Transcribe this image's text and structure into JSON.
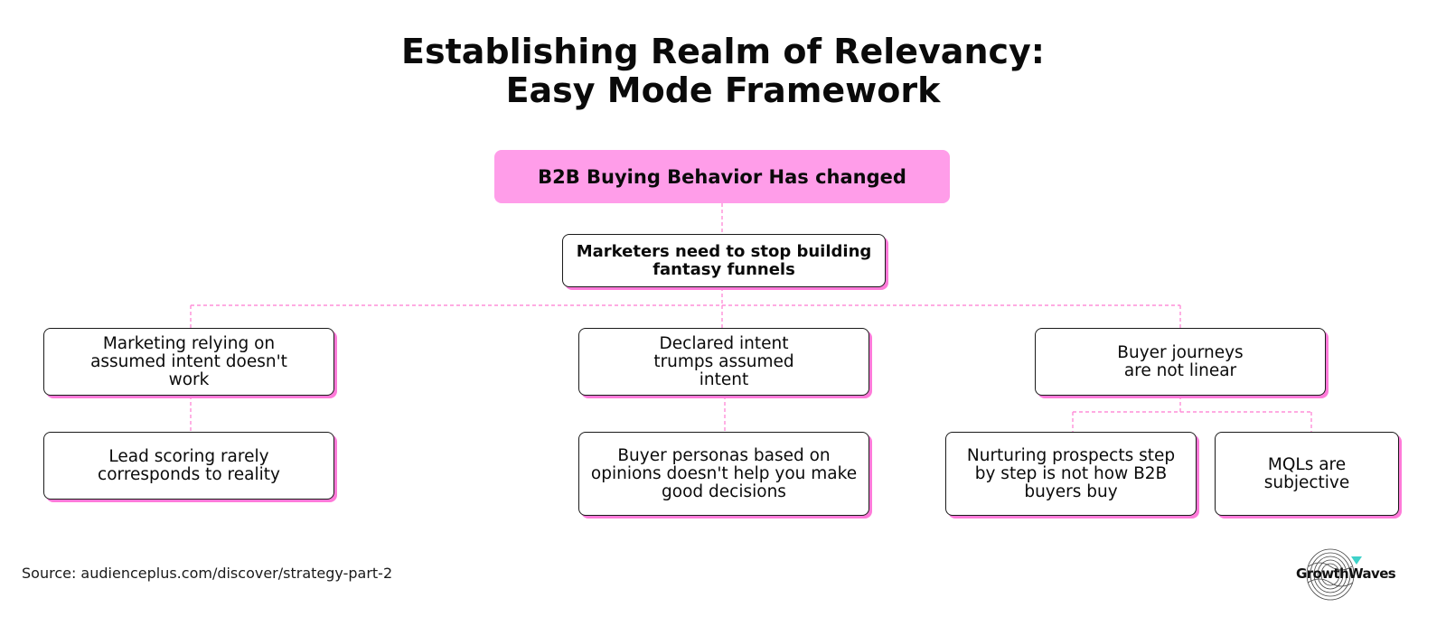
{
  "title": {
    "line1": "Establishing Realm of Relevancy:",
    "line2": "Easy Mode Framework"
  },
  "diagram": {
    "root": "B2B Buying Behavior Has changed",
    "level1": "Marketers need to stop building fantasy funnels",
    "branches": [
      {
        "label": "Marketing relying on assumed intent doesn't work",
        "children": [
          "Lead scoring rarely corresponds to reality"
        ]
      },
      {
        "label": "Declared intent trumps assumed intent",
        "children": [
          "Buyer personas based on opinions doesn't help you make good decisions"
        ]
      },
      {
        "label": "Buyer journeys are not linear",
        "children": [
          "Nurturing prospects step by step is not how B2B buyers buy",
          "MQLs are subjective"
        ]
      }
    ],
    "connector_color": "#ff8fd8",
    "root_color": "#ff9de9",
    "shadow_color": "#ff7ad9"
  },
  "footer": {
    "source": "Source: audienceplus.com/discover/strategy-part-2",
    "brand": "GrowthWaves",
    "brand_icon": "wave-globe-icon"
  }
}
